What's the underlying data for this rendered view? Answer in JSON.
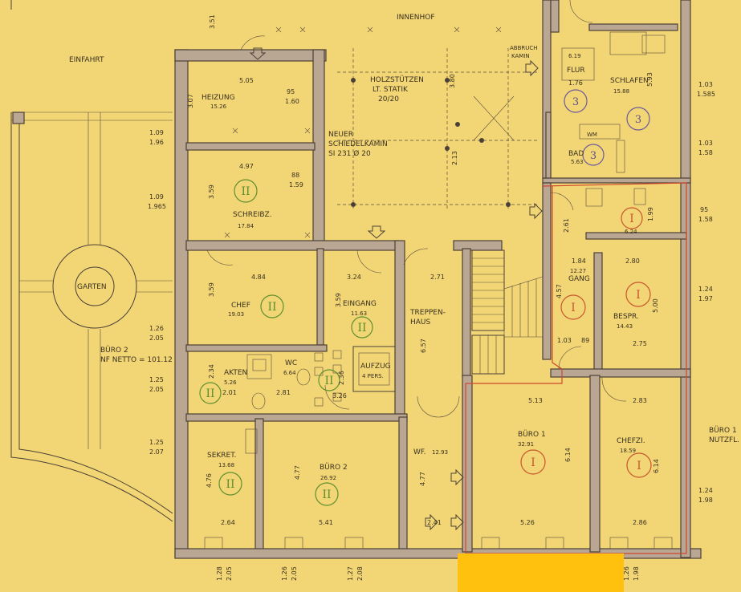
{
  "labels": {
    "einfahrt": "EINFAHRT",
    "innenhof": "INNENHOF",
    "garten": "GARTEN",
    "holzstuetzen": "HOLZSTÜTZEN",
    "lt_statik": "LT. STATIK",
    "stuetz_dim": "20/20",
    "neuer": "NEUER",
    "schiedelkamin": "SCHIEDELKAMIN",
    "si": "SI 231 Ø 20",
    "abbruch": "ABBRUCH",
    "kamin": "KAMIN",
    "treppen": "TREPPEN-",
    "haus": "HAUS",
    "aufzug": "AUFZUG",
    "aufzug_pers": "4 PERS.",
    "wf": "WF.",
    "wf_area": "12.93",
    "buero2_nf": "BÜRO 2",
    "nf_netto": "NF NETTO = 101.12",
    "buero1_nf": "BÜRO 1",
    "nutzfl": "NUTZFL.",
    "wm": "WM"
  },
  "rooms": {
    "heizung": {
      "name": "HEIZUNG",
      "area": "15.26"
    },
    "schreibz": {
      "name": "SCHREIBZ.",
      "area": "17.84"
    },
    "chef": {
      "name": "CHEF",
      "area": "19.03"
    },
    "eingang": {
      "name": "EINGANG",
      "area": "11.63"
    },
    "akten": {
      "name": "AKTEN",
      "area": "5.26"
    },
    "wc": {
      "name": "WC",
      "area": "6.64"
    },
    "sekret": {
      "name": "SEKRET.",
      "area": "13.68"
    },
    "buero2": {
      "name": "BÜRO 2",
      "area": "26.92"
    },
    "buero1": {
      "name": "BÜRO 1",
      "area": "32.91"
    },
    "chefzi": {
      "name": "CHEFZI.",
      "area": "18.59"
    },
    "bespr": {
      "name": "BESPR.",
      "area": "14.43"
    },
    "gang": {
      "name": "GANG",
      "area": "12.27"
    },
    "flur": {
      "name": "FLUR",
      "area": "6.19"
    },
    "schlafen": {
      "name": "SCHLAFEN",
      "area": "15.88"
    },
    "bad": {
      "name": "BAD",
      "area": "5.63"
    },
    "small_room": {
      "area": "6.24"
    }
  },
  "dims": {
    "d351": "3.51",
    "d505": "5.05",
    "d307": "3.07",
    "d95a": "95",
    "d160": "1.60",
    "d497": "4.97",
    "d88": "88",
    "d159": "1.59",
    "d359a": "3.59",
    "d484": "4.84",
    "d324": "3.24",
    "d359b": "3.59",
    "d359c": "3.59",
    "d271": "2.71",
    "d657": "6.57",
    "d234": "2.34",
    "d201": "2.01",
    "d281": "2.81",
    "d236": "2.36",
    "d326": "3.26",
    "d476": "4.76",
    "d477a": "4.77",
    "d477b": "4.77",
    "d264": "2.64",
    "d541": "5.41",
    "d241": "2.41",
    "d513": "5.13",
    "d283": "2.83",
    "d614a": "6.14",
    "d614b": "6.14",
    "d526": "5.26",
    "d286": "2.86",
    "d380": "3.80",
    "d213": "2.13",
    "d261": "2.61",
    "d184": "1.84",
    "d280": "2.80",
    "d457": "4.57",
    "d500": "5.00",
    "d103": "1.03",
    "d89": "89",
    "d275": "2.75",
    "d176": "1.76",
    "d593": "5.93",
    "d199": "1.99",
    "left_109a": "1.09",
    "left_196": "1.96",
    "left_109b": "1.09",
    "left_1965": "1.965",
    "left_126": "1.26",
    "left_205a": "2.05",
    "left_125a": "1.25",
    "left_205b": "2.05",
    "left_125b": "1.25",
    "left_207": "2.07",
    "right_103a": "1.03",
    "right_1585": "1.585",
    "right_103b": "1.03",
    "right_158a": "1.58",
    "right_95": "95",
    "right_158b": "1.58",
    "right_124a": "1.24",
    "right_197": "1.97",
    "right_124b": "1.24",
    "right_198a": "1.98",
    "bot_128": "1.28",
    "bot_205a": "2.05",
    "bot_126a": "1.26",
    "bot_205b": "2.05",
    "bot_127": "1.27",
    "bot_208": "2.08",
    "bot_126b": "1.26",
    "bot_198b": "1.98"
  },
  "markers": {
    "two": "II",
    "one": "I",
    "three": "3"
  },
  "colors": {
    "paper": "#f2d675",
    "wall": "#b9a693",
    "green_marker": "#5f8f2e",
    "red_marker": "#c8562e",
    "purple_marker": "#6d5a9a",
    "cover_block": "#ffc10d"
  }
}
